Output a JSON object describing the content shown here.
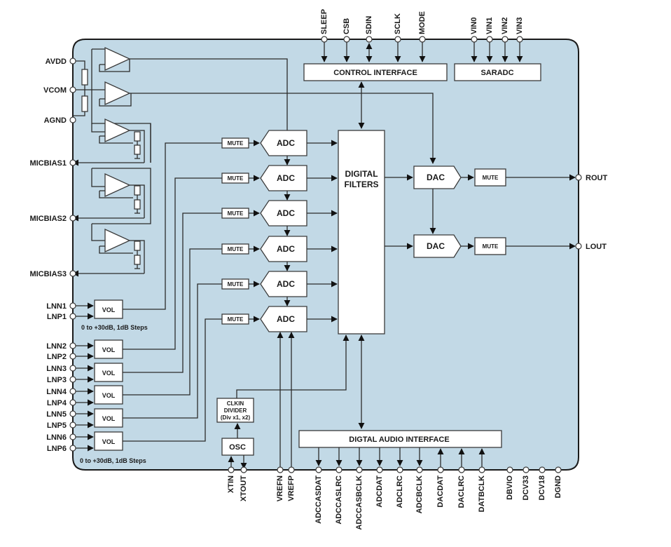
{
  "diagram": {
    "colors": {
      "chip_fill": "#c2d9e6",
      "chip_border": "#1a1a1a",
      "block_fill": "#ffffff",
      "wire": "#2b2b2b"
    },
    "top_pins": {
      "control": [
        "SLEEP",
        "CSB",
        "SDIN",
        "SCLK",
        "MODE"
      ],
      "saradc": [
        "VIN0",
        "VIN1",
        "VIN2",
        "VIN3"
      ]
    },
    "left_pins": {
      "supply": [
        "AVDD",
        "VCOM",
        "AGND"
      ],
      "micbias": [
        "MICBIAS1",
        "MICBIAS2",
        "MICBIAS3"
      ],
      "line_inputs": [
        "LNN1",
        "LNP1",
        "LNN2",
        "LNP2",
        "LNN3",
        "LNP3",
        "LNN4",
        "LNP4",
        "LNN5",
        "LNP5",
        "LNN6",
        "LNP6"
      ]
    },
    "right_pins": [
      "ROUT",
      "LOUT"
    ],
    "bottom_pins": {
      "clock": [
        "XTIN",
        "XTOUT"
      ],
      "reference": [
        "VREFN",
        "VREFP"
      ],
      "audio": [
        "ADCCASDAT",
        "ADCCASLRC",
        "ADCCASBCLK",
        "ADCDAT",
        "ADCLRC",
        "ADCBCLK",
        "DACDAT",
        "DACLRC",
        "DATBCLK"
      ],
      "power": [
        "DBVIO",
        "DCV33",
        "DCV18",
        "DGND"
      ]
    },
    "blocks": {
      "control_interface": "CONTROL INTERFACE",
      "saradc": "SARADC",
      "digital_filters_line1": "DIGITAL",
      "digital_filters_line2": "FILTERS",
      "digital_audio_interface": "DIGTAL AUDIO INTERFACE",
      "adc": "ADC",
      "dac": "DAC",
      "mute": "MUTE",
      "vol": "VOL",
      "clkin_line1": "CLKIN",
      "clkin_line2": "DIVIDER",
      "clkin_line3": "(Div x1, x2)",
      "osc": "OSC"
    },
    "notes": {
      "gain_range_1": "0 to +30dB, 1dB Steps",
      "gain_range_2": "0 to +30dB, 1dB Steps"
    }
  }
}
